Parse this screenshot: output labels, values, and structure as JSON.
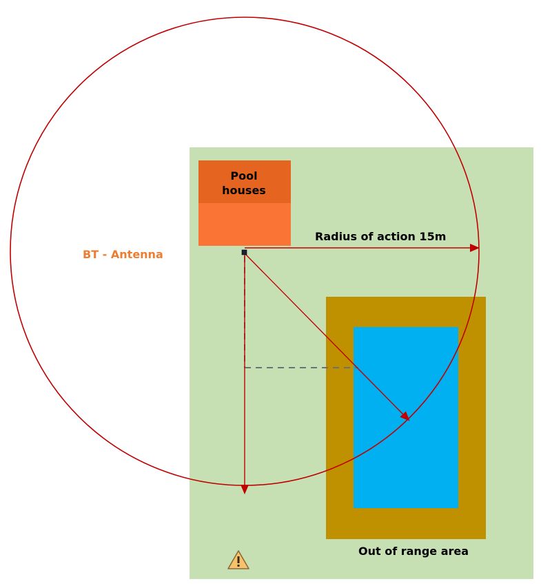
{
  "pool_houses": {
    "line1": "Pool",
    "line2": "houses"
  },
  "antenna_label": "BT - Antenna",
  "radius_label": "Radius of action 15m",
  "out_of_range_label": "Out of range area",
  "colors": {
    "garden": "#c6e0b4",
    "pool_house_top": "#e46420",
    "pool_house_bottom": "#fa7436",
    "pool_deck": "#bf9000",
    "pool_water": "#00b0f0",
    "range_circle": "#c00000",
    "antenna_text": "#ed7d31",
    "dashed_line": "#707070",
    "warning_fill": "#f7c26b"
  },
  "icons": {
    "warning": "warning-icon",
    "antenna": "antenna-point-icon"
  }
}
